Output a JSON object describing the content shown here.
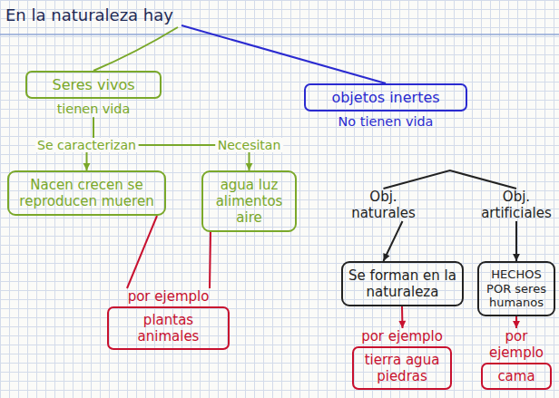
{
  "diagram": {
    "title": "En la naturaleza hay",
    "nodes": [
      {
        "text": [
          "Seres vivos",
          "tienen vida"
        ]
      },
      {
        "text": [
          "objetos inertes",
          "No tienen vida"
        ]
      },
      {
        "text": [
          "Nacen crecen se reproducen mueren"
        ]
      },
      {
        "text": [
          "agua luz alimentos aire"
        ]
      },
      {
        "text": [
          "por ejemplo",
          "plantas animales"
        ]
      },
      {
        "text": [
          "Obj. naturales"
        ]
      },
      {
        "text": [
          "Obj. artificiales"
        ]
      },
      {
        "text": [
          "Se forman en la naturaleza"
        ]
      },
      {
        "text": [
          "HECHOS POR seres humanos"
        ]
      },
      {
        "text": [
          "por ejemplo",
          "tierra agua piedras"
        ]
      },
      {
        "text": [
          "por ejemplo",
          "cama"
        ]
      }
    ],
    "edges": [
      {
        "from": 0,
        "to": 2,
        "label": "Se caracterizan",
        "arrow": "to"
      },
      {
        "from": 0,
        "to": 3,
        "label": "Necesitan",
        "arrow": "to"
      },
      {
        "from": 2,
        "to": 4,
        "arrow": "none"
      },
      {
        "from": 3,
        "to": 4,
        "arrow": "none"
      },
      {
        "from": 5,
        "to": 7,
        "arrow": "to"
      },
      {
        "from": 6,
        "to": 8,
        "arrow": "to"
      },
      {
        "from": 7,
        "to": 9,
        "arrow": "to"
      },
      {
        "from": 8,
        "to": 10,
        "arrow": "to"
      },
      {
        "from": 5,
        "to": 6,
        "arrow": "none"
      }
    ]
  }
}
